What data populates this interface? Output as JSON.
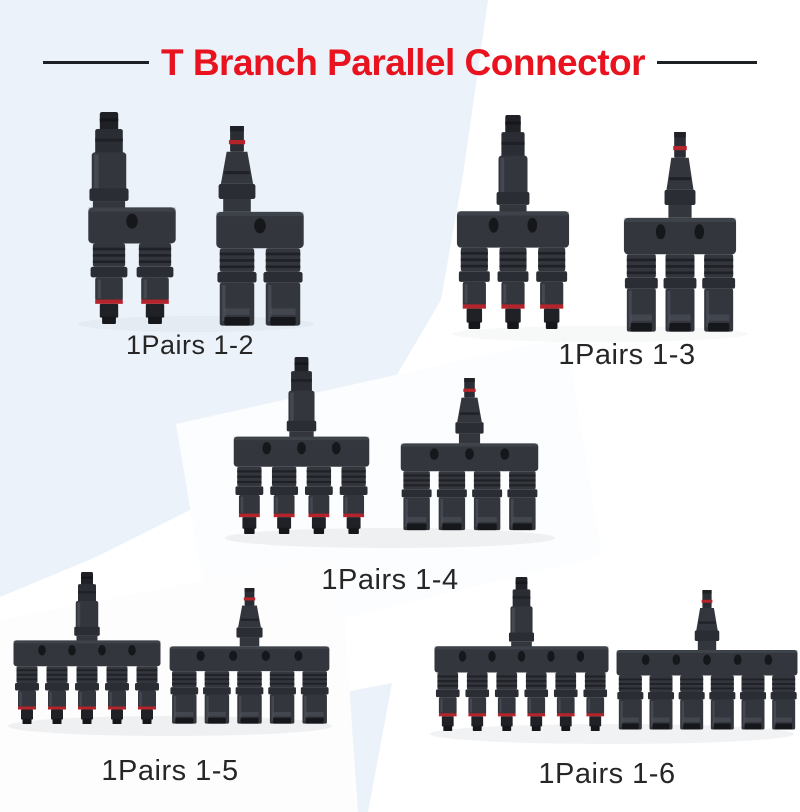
{
  "title": {
    "text": "T Branch Parallel Connector",
    "color": "#e8131f",
    "dash_color": "#1d2126"
  },
  "groups": [
    {
      "label": "1Pairs 1-2",
      "branches": 2,
      "left_connector": "1-female-to-2-male-branch-connector",
      "right_connector": "1-male-to-2-female-branch-connector"
    },
    {
      "label": "1Pairs 1-3",
      "branches": 3,
      "left_connector": "1-female-to-3-male-branch-connector",
      "right_connector": "1-male-to-3-female-branch-connector"
    },
    {
      "label": "1Pairs 1-4",
      "branches": 4,
      "left_connector": "1-female-to-4-male-branch-connector",
      "right_connector": "1-male-to-4-female-branch-connector"
    },
    {
      "label": "1Pairs 1-5",
      "branches": 5,
      "left_connector": "1-female-to-5-male-branch-connector",
      "right_connector": "1-male-to-5-female-branch-connector"
    },
    {
      "label": "1Pairs 1-6",
      "branches": 6,
      "left_connector": "1-male-to-6-female-branch-connector",
      "right_connector": "1-male-to-6-female-branch-connector"
    }
  ],
  "palette": {
    "page_bg": "#ffffff",
    "panel_blue": "#ebf2f9",
    "photo_white": "#fcfdfe",
    "connector_body": "#33363d",
    "connector_mid": "#2a2d33",
    "connector_dark": "#1f2126",
    "connector_deep": "#15171b",
    "connector_highlight": "#5a6068",
    "red_marker": "#b5242b",
    "label_color": "#262626",
    "shadow": "#8b95a0"
  }
}
